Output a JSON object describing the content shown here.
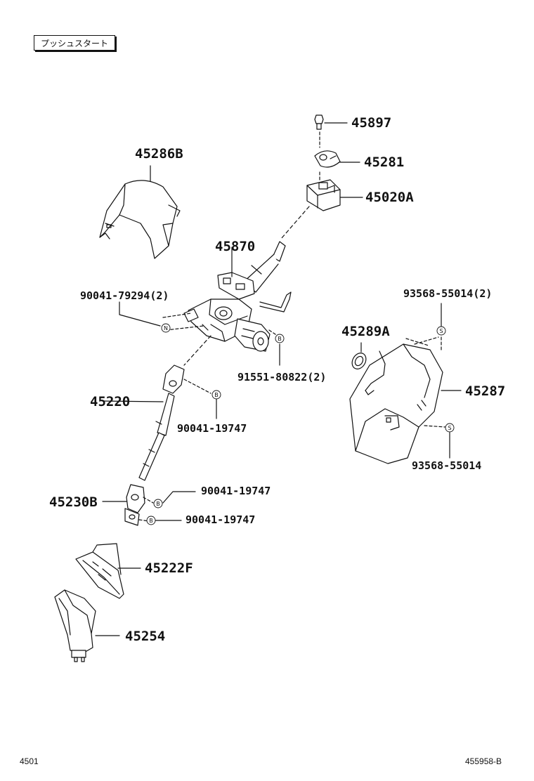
{
  "badge": "プッシュスタート",
  "labels": {
    "p45897": "45897",
    "p45281": "45281",
    "p45020A": "45020A",
    "p45286B": "45286B",
    "p45870": "45870",
    "p90041_79294": "90041-79294(2)",
    "p93568_55014_2": "93568-55014(2)",
    "p45289A": "45289A",
    "p91551_80822": "91551-80822(2)",
    "p45287": "45287",
    "p45220": "45220",
    "p90041_19747_a": "90041-19747",
    "p93568_55014": "93568-55014",
    "p90041_19747_b": "90041-19747",
    "p45230B": "45230B",
    "p90041_19747_c": "90041-19747",
    "p45222F": "45222F",
    "p45254": "45254"
  },
  "markers": {
    "B": "B",
    "S": "S",
    "N": "N"
  },
  "footer": {
    "left": "4501",
    "right": "455958-B"
  }
}
